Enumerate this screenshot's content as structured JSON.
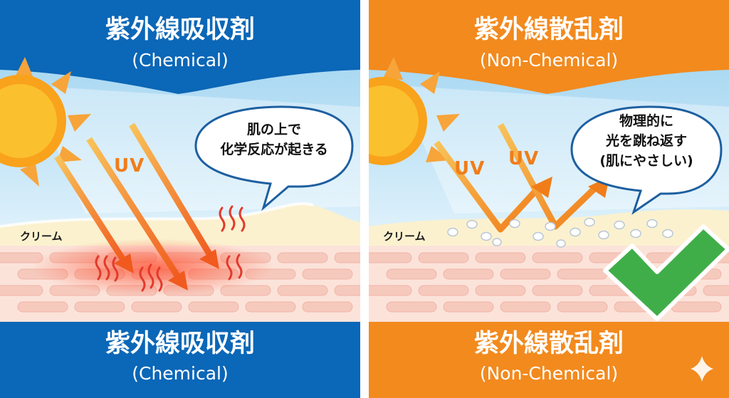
{
  "left_panel": {
    "header_title": "紫外線吸収剤",
    "header_subtitle": "(Chemical)",
    "footer_title": "紫外線吸収剤",
    "footer_subtitle": "(Chemical)",
    "uv_label": "UV",
    "cream_label": "クリーム",
    "bubble_lines": [
      "肌の上で",
      "化学反応が起きる"
    ],
    "theme_color": "#0b67b7"
  },
  "right_panel": {
    "header_title": "紫外線散乱剤",
    "header_subtitle": "(Non-Chemical)",
    "footer_title": "紫外線散乱剤",
    "footer_subtitle": "(Non-Chemical)",
    "uv_label_1": "UV",
    "uv_label_2": "UV",
    "cream_label": "クリーム",
    "bubble_lines": [
      "物理的に",
      "光を跳ね返す",
      "(肌にやさしい)"
    ],
    "theme_color": "#f28a1e",
    "check_color": "#3fae49"
  },
  "icons": [
    "sun-icon",
    "heat-wave-icon",
    "checkmark-icon",
    "sparkle-icon"
  ]
}
